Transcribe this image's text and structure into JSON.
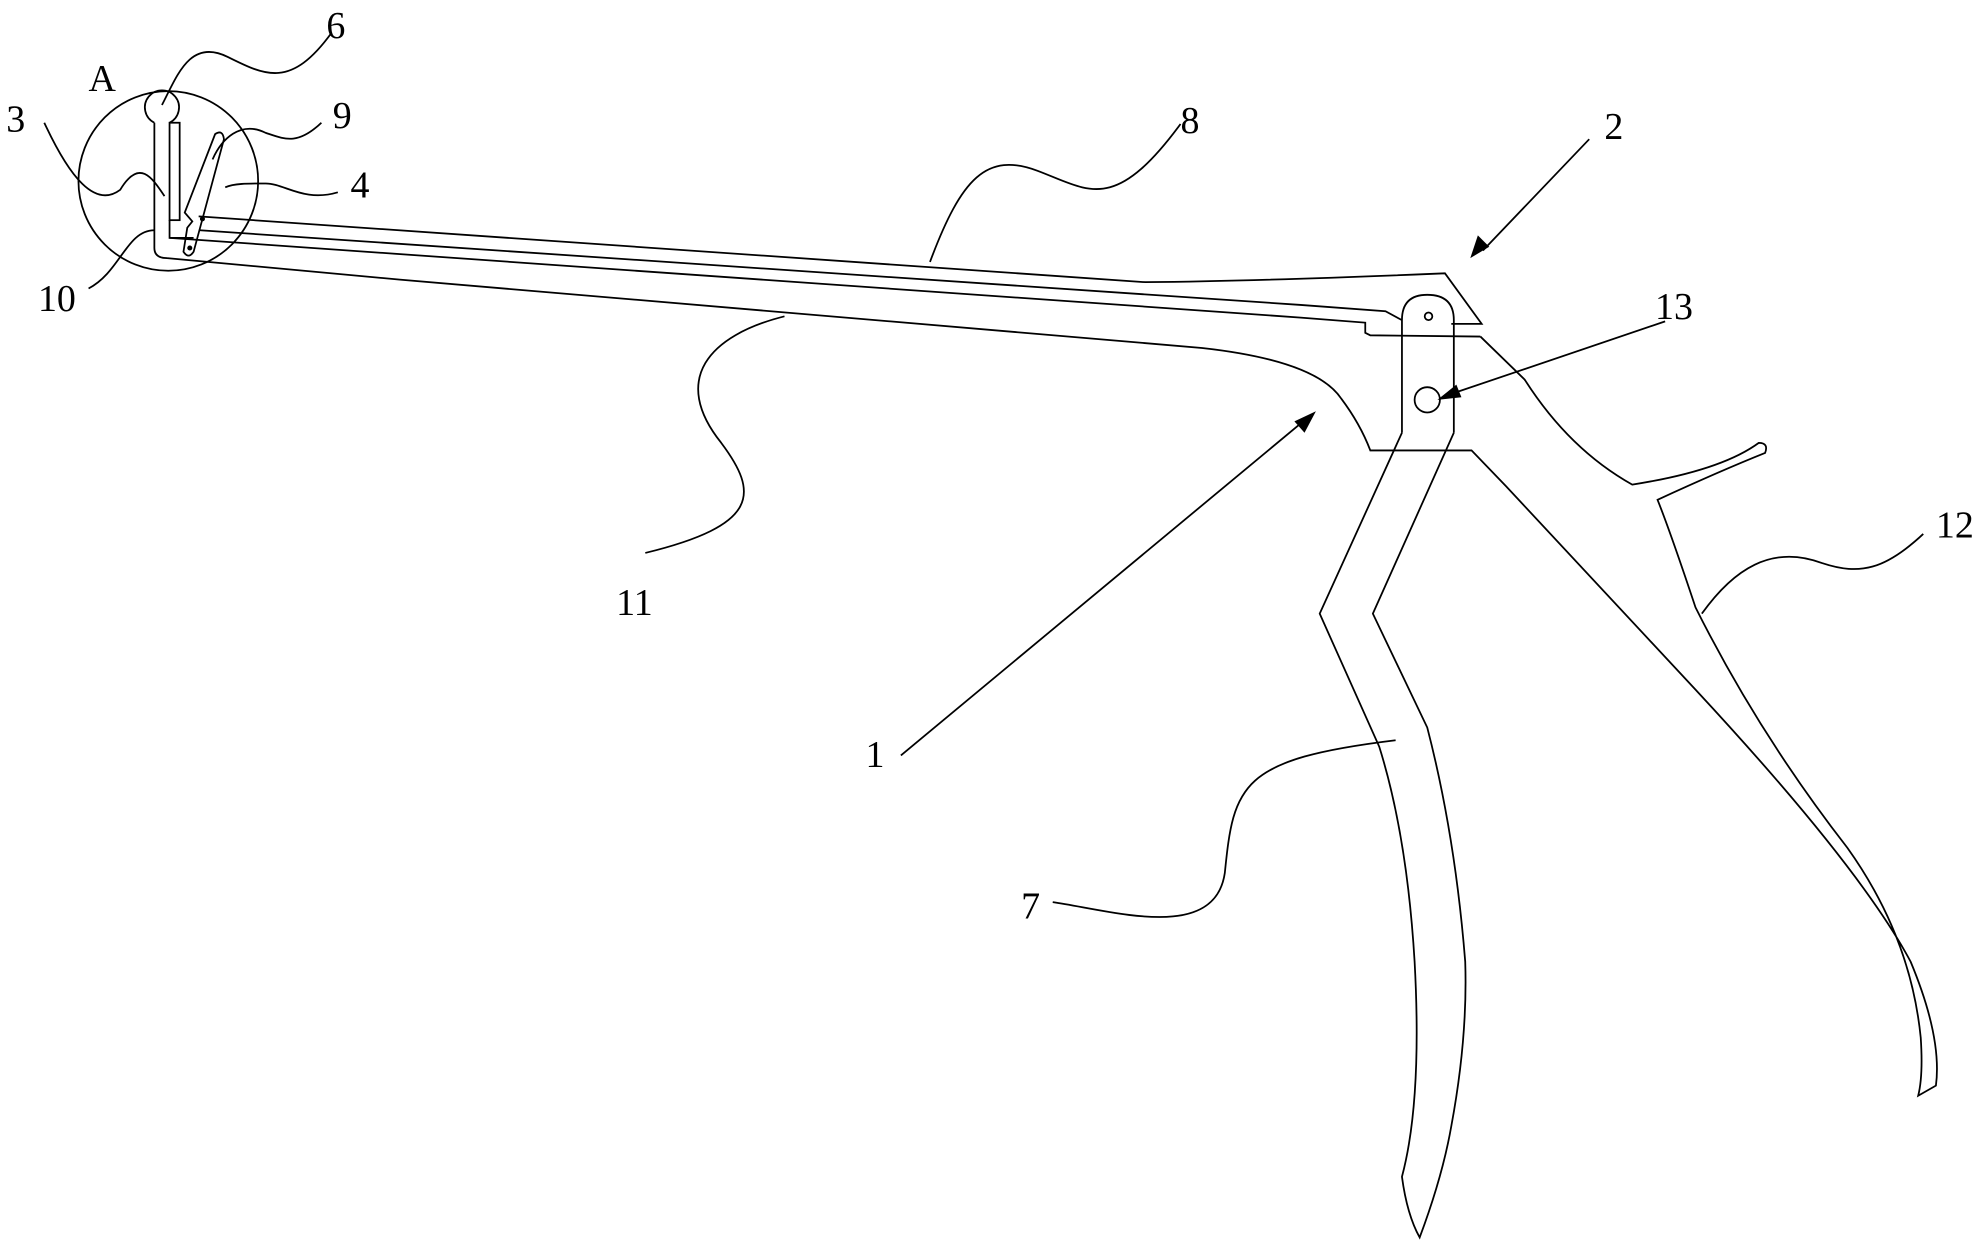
{
  "figure": {
    "labels": {
      "A": "A",
      "n6": "6",
      "n3": "3",
      "n9": "9",
      "n4": "4",
      "n10": "10",
      "n8": "8",
      "n2": "2",
      "n13": "13",
      "n11": "11",
      "n1": "1",
      "n12": "12",
      "n7": "7"
    },
    "line_color": "#000000",
    "background": "#ffffff"
  }
}
